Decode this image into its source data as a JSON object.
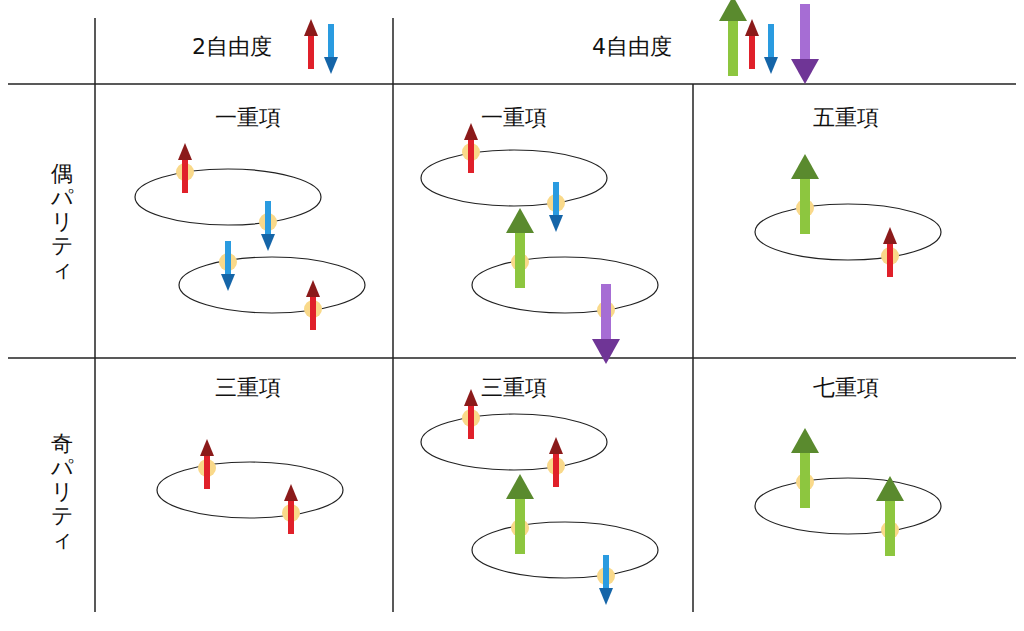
{
  "diagram": {
    "labels": [
      "2自由度",
      "4自由度",
      "偶パリティ",
      "一重項",
      "一重項",
      "五重項",
      "奇パリティ",
      "三重項",
      "三重項",
      "七重項"
    ]
  }
}
